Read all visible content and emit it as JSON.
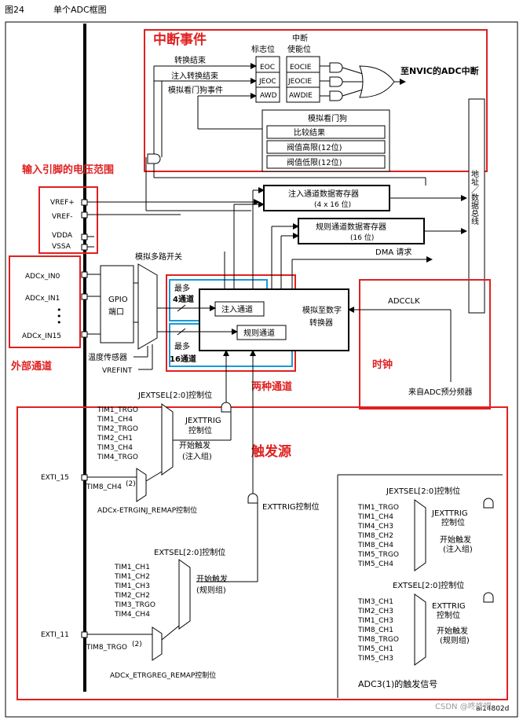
{
  "figure": {
    "number": "图24",
    "title": "单个ADC框图",
    "code": "ai14802d",
    "watermark": "CSDN @咚咚吧"
  },
  "annotations": {
    "interrupt_events": "中断事件",
    "input_voltage_range": "输入引脚的电压范围",
    "external_channels": "外部通道",
    "two_channels": "两种通道",
    "clock": "时钟",
    "trigger_source": "触发源"
  },
  "interrupt": {
    "flag_header": "标志位",
    "enable_header_1": "中断",
    "enable_header_2": "使能位",
    "events": [
      "转换结束",
      "注入转换结束",
      "模拟看门狗事件"
    ],
    "flags": [
      "EOC",
      "JEOC",
      "AWD"
    ],
    "enables": [
      "EOCIE",
      "JEOCIE",
      "AWDIE"
    ],
    "nvic": "至NVIC的ADC中断"
  },
  "watchdog": {
    "title": "模拟看门狗",
    "rows": [
      "比较结果",
      "阀值高限(12位)",
      "阀值低限(12位)"
    ]
  },
  "bus": "地址／数据总线",
  "registers": {
    "injected": "注入通道数据寄存器",
    "injected_size": "(4 x 16 位)",
    "regular": "规则通道数据寄存器",
    "regular_size": "(16 位)",
    "dma": "DMA 请求"
  },
  "pins": {
    "vref_plus": "VREF+",
    "vref_minus": "VREF-",
    "vdda": "VDDA",
    "vssa": "VSSA",
    "in0": "ADCx_IN0",
    "in1": "ADCx_IN1",
    "dots": "•\n•\n•",
    "in15": "ADCx_IN15",
    "temp": "温度传感器",
    "vrefint": "VREFINT"
  },
  "mux": {
    "title": "模拟多路开关",
    "gpio_1": "GPIO",
    "gpio_2": "端口",
    "upto": "最多",
    "four": "4通道",
    "sixteen": "16通道",
    "injected_ch": "注入通道",
    "regular_ch": "规则通道",
    "adc_1": "模拟至数字",
    "adc_2": "转换器",
    "adcclk": "ADCCLK",
    "prescaler": "来自ADC预分频器"
  },
  "trigger": {
    "jextsel": "JEXTSEL[2:0]控制位",
    "jexttrig_1": "JEXTTRIG",
    "jexttrig_2": "控制位",
    "inj_signals": [
      "TIM1_TRGO",
      "TIM1_CH4",
      "TIM2_TRGO",
      "TIM2_CH1",
      "TIM3_CH4",
      "TIM4_TRGO"
    ],
    "start_inj_1": "开始触发",
    "start_inj_2": "(注入组)",
    "exti15": "EXTI_15",
    "tim8ch4": "TIM8_CH4",
    "note2": "(2)",
    "etrginj": "ADCx-ETRGINJ_REMAP控制位",
    "exttrig": "EXTTRIG控制位",
    "extsel": "EXTSEL[2:0]控制位",
    "reg_signals": [
      "TIM1_CH1",
      "TIM1_CH2",
      "TIM1_CH3",
      "TIM2_CH2",
      "TIM3_TRGO",
      "TIM4_CH4"
    ],
    "start_reg_1": "开始触发",
    "start_reg_2": "(规则组)",
    "exti11": "EXTI_11",
    "tim8trgo": "TIM8_TRGO",
    "etrgreg": "ADCx_ETRGREG_REMAP控制位"
  },
  "adc3": {
    "jextsel": "JEXTSEL[2:0]控制位",
    "inj_signals": [
      "TIM1_TRGO",
      "TIM1_CH4",
      "TIM4_CH3",
      "TIM8_CH2",
      "TIM8_CH4",
      "TIM5_TRGO",
      "TIM5_CH4"
    ],
    "jexttrig_1": "JEXTTRIG",
    "jexttrig_2": "控制位",
    "start_inj_1": "开始触发",
    "start_inj_2": "(注入组)",
    "extsel": "EXTSEL[2:0]控制位",
    "reg_signals": [
      "TIM3_CH1",
      "TIM2_CH3",
      "TIM1_CH3",
      "TIM8_CH1",
      "TIM8_TRGO",
      "TIM5_CH1",
      "TIM5_CH3"
    ],
    "exttrig_1": "EXTTRIG",
    "exttrig_2": "控制位",
    "start_reg_1": "开始触发",
    "start_reg_2": "(规则组)",
    "caption": "ADC3(1)的触发信号"
  }
}
